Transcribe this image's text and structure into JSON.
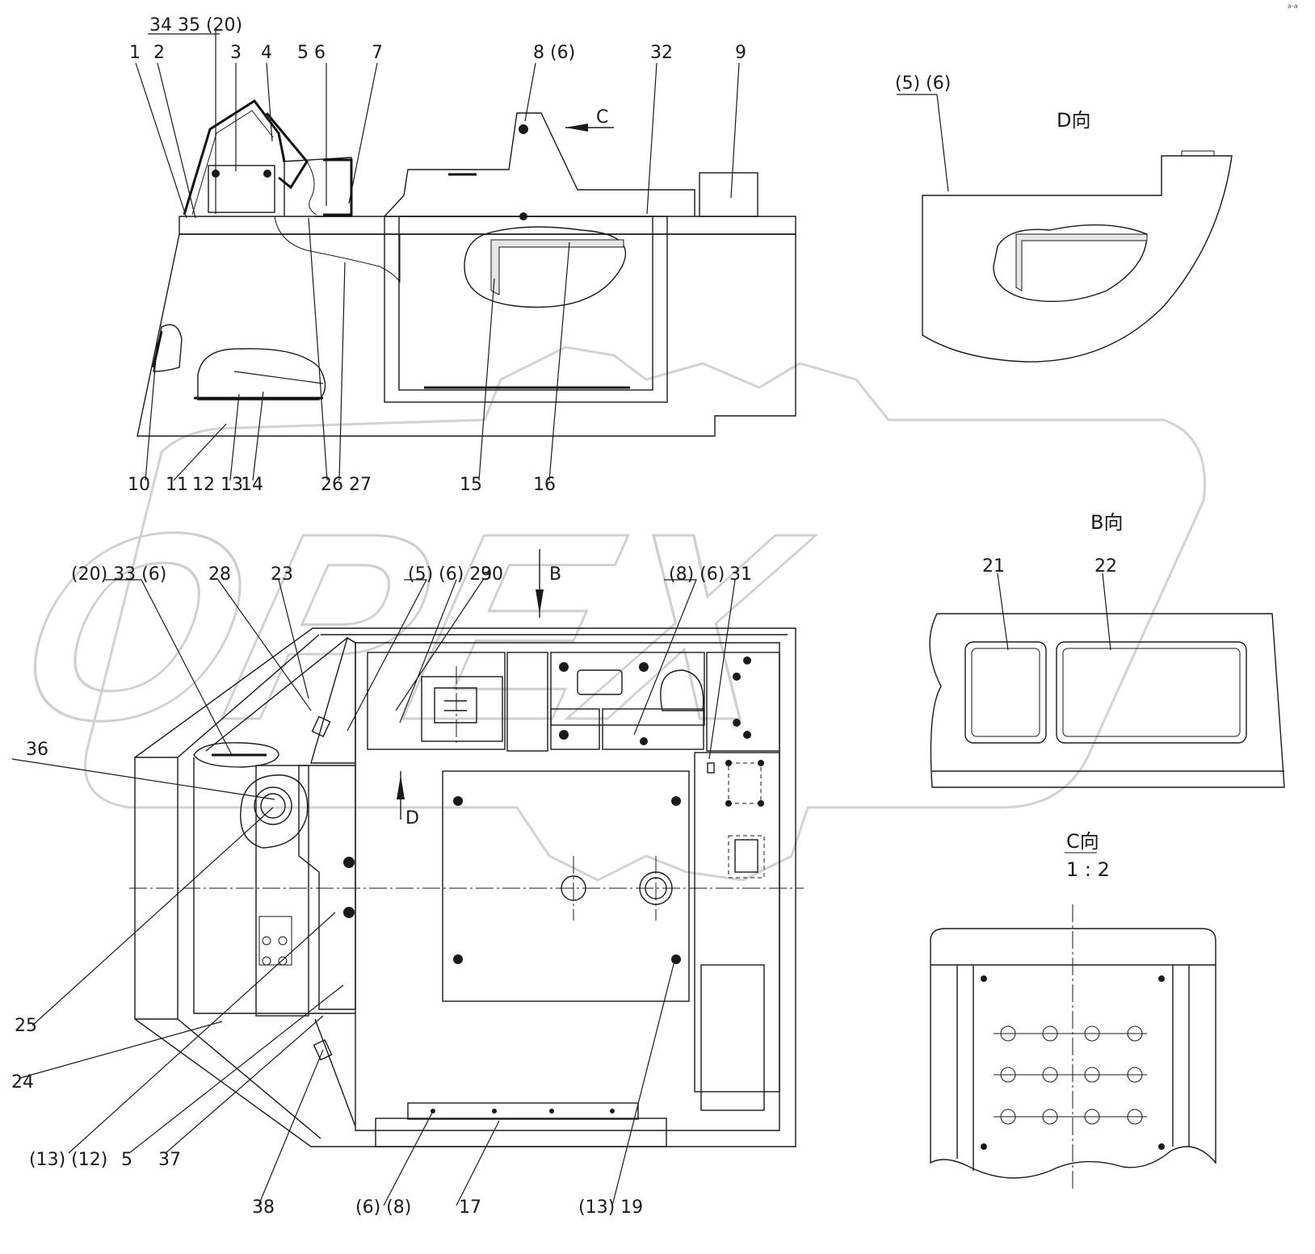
{
  "watermark": "OPEX",
  "corner_note": "a-a",
  "views": {
    "d_view": "D向",
    "b_view": "B向",
    "c_view": "C向",
    "c_scale": "1 : 2"
  },
  "section_markers": {
    "arrow_c": "C",
    "arrow_b": "B",
    "arrow_d": "D"
  },
  "callouts": {
    "c1": "1",
    "c2": "2",
    "c34_35_20": "34 35 (20)",
    "c3": "3",
    "c4": "4",
    "c5_6": "5 6",
    "c7": "7",
    "c8_6": "8 (6)",
    "c32": "32",
    "c9": "9",
    "c5_6_d": "(5) (6)",
    "c10": "10",
    "c11": "11",
    "c12_13": "12 13",
    "c14": "14",
    "c26_27": "26 27",
    "c15": "15",
    "c16": "16",
    "c21": "21",
    "c22": "22",
    "c20_33_6": "(20) 33 (6)",
    "c28": "28",
    "c23": "23",
    "c5_6_29": "(5) (6) 29",
    "c30": "30",
    "c8_6_b": "(8) (6)",
    "c31": "31",
    "c36": "36",
    "c25": "25",
    "c24": "24",
    "c13_12": "(13) (12)",
    "c5": "5",
    "c37": "37",
    "c38": "38",
    "c6_8": "(6)  (8)",
    "c17": "17",
    "c13_19": "(13) 19"
  }
}
